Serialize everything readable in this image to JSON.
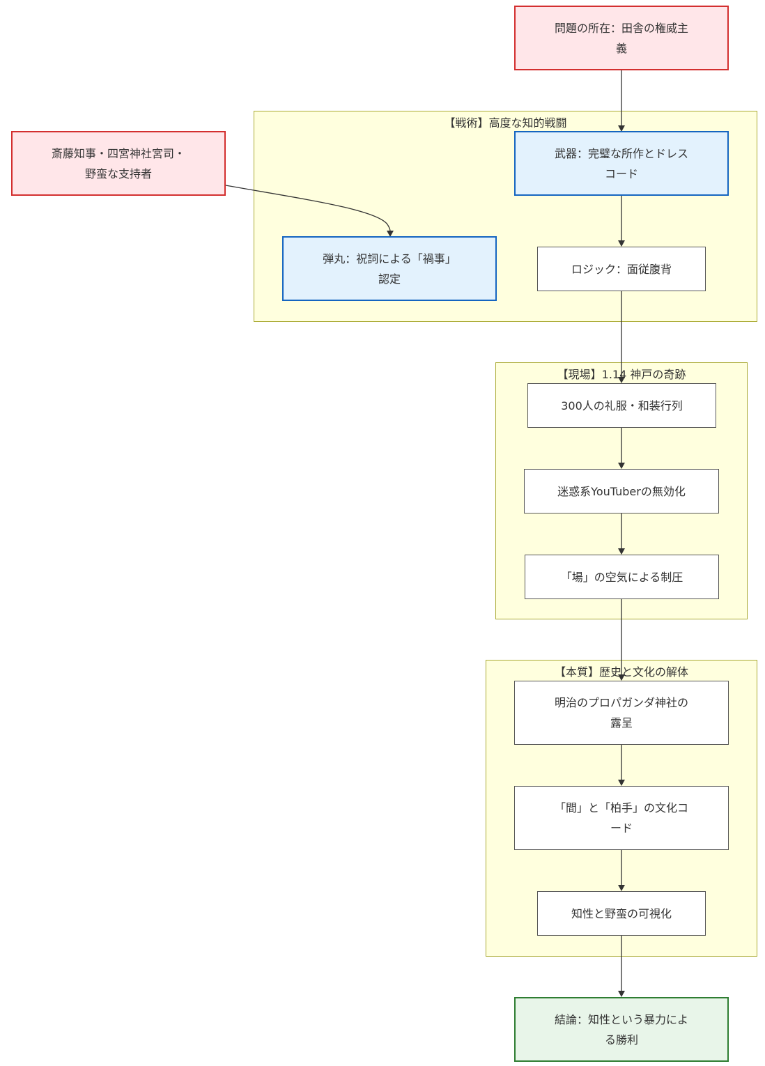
{
  "clusters": {
    "tactics": {
      "label": "【戦術】高度な知的戦闘"
    },
    "field": {
      "label": "【現場】1.14 神戸の奇跡"
    },
    "essence": {
      "label": "【本質】歴史と文化の解体"
    }
  },
  "nodes": {
    "problem": {
      "line1": "問題の所在：田舎の権威主",
      "line2": "義"
    },
    "opponents": {
      "line1": "斎藤知事・四宮神社宮司・",
      "line2": "野蛮な支持者"
    },
    "weapon": {
      "line1": "武器：完璧な所作とドレス",
      "line2": "コード"
    },
    "bullet": {
      "line1": "弾丸：祝詞による「禍事」",
      "line2": "認定"
    },
    "logic": {
      "line1": "ロジック：面従腹背"
    },
    "procession": {
      "line1": "300人の礼服・和装行列"
    },
    "youtuber": {
      "line1": "迷惑系YouTuberの無効化"
    },
    "atmosphere": {
      "line1": "「場」の空気による制圧"
    },
    "meiji": {
      "line1": "明治のプロパガンダ神社の",
      "line2": "露呈"
    },
    "culture_code": {
      "line1": "「間」と「柏手」の文化コ",
      "line2": "ード"
    },
    "visualize": {
      "line1": "知性と野蛮の可視化"
    },
    "conclusion": {
      "line1": "結論：知性という暴力によ",
      "line2": "る勝利"
    }
  },
  "colors": {
    "cluster_fill": "#ffffde",
    "cluster_border": "#aaaa33",
    "red_fill": "#ffe6e9",
    "red_border": "#d32f2f",
    "blue_fill": "#e3f2fd",
    "blue_border": "#1565c0",
    "green_fill": "#e8f5e9",
    "green_border": "#2e7d32"
  }
}
